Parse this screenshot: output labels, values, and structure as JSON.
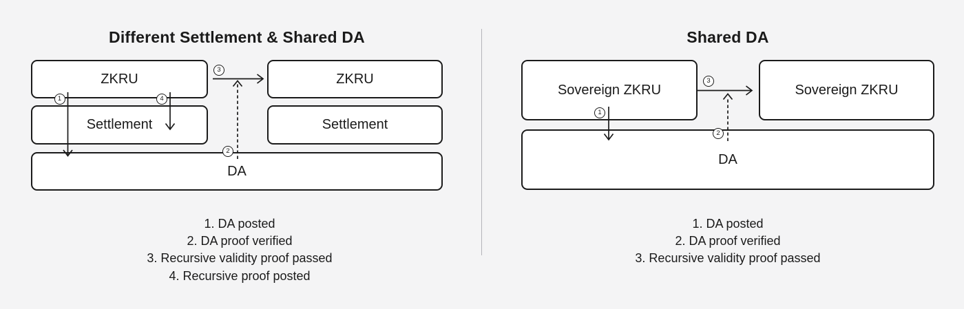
{
  "colors": {
    "background": "#f4f4f5",
    "box_fill": "#ffffff",
    "box_border": "#1a1a1a",
    "text": "#1a1a1a",
    "divider": "#b4b4b9"
  },
  "left_panel": {
    "title": "Different Settlement & Shared DA",
    "boxes": {
      "zkru_a": "ZKRU",
      "settlement_a": "Settlement",
      "zkru_b": "ZKRU",
      "settlement_b": "Settlement",
      "da": "DA"
    },
    "markers": {
      "m1": "1",
      "m2": "2",
      "m3": "3",
      "m4": "4"
    },
    "legend": [
      "1. DA posted",
      "2. DA proof verified",
      "3. Recursive validity proof passed",
      "4. Recursive proof posted"
    ]
  },
  "right_panel": {
    "title": "Shared DA",
    "boxes": {
      "sovereign_a": "Sovereign ZKRU",
      "sovereign_b": "Sovereign ZKRU",
      "da": "DA"
    },
    "markers": {
      "m1": "1",
      "m2": "2",
      "m3": "3"
    },
    "legend": [
      "1. DA posted",
      "2. DA proof verified",
      "3. Recursive validity proof passed"
    ]
  }
}
